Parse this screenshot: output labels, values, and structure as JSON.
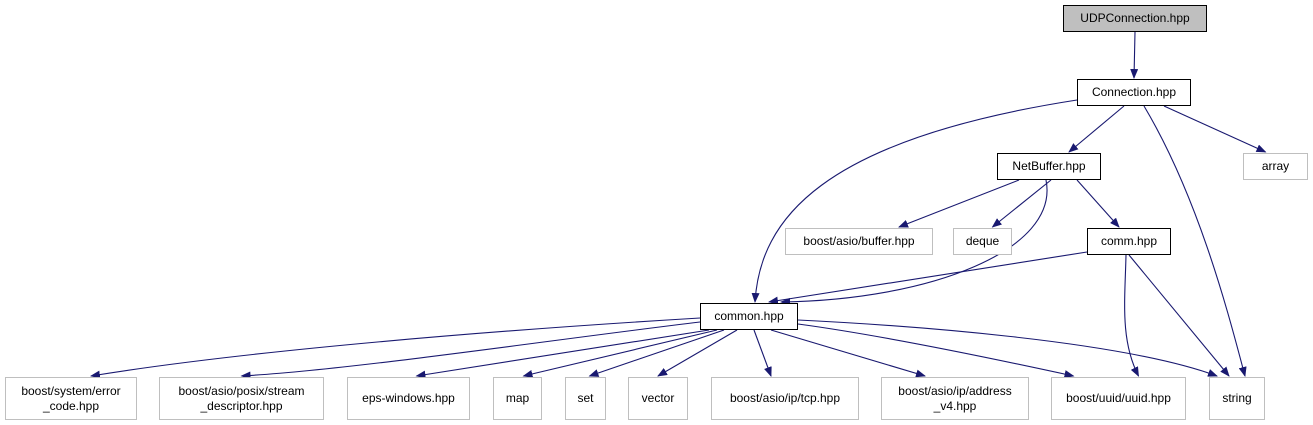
{
  "diagram": {
    "colors": {
      "edge": "#191970",
      "documented_border": "#000000",
      "external_border": "#bfbfbf",
      "root_fill": "#bfbfbf",
      "text": "#000000"
    },
    "nodes": [
      {
        "id": "udpconnection",
        "label": "UDPConnection.hpp",
        "kind": "root"
      },
      {
        "id": "connection",
        "label": "Connection.hpp",
        "kind": "documented"
      },
      {
        "id": "netbuffer",
        "label": "NetBuffer.hpp",
        "kind": "documented"
      },
      {
        "id": "array",
        "label": "array",
        "kind": "external"
      },
      {
        "id": "boost-asio-buffer",
        "label": "boost/asio/buffer.hpp",
        "kind": "external"
      },
      {
        "id": "deque",
        "label": "deque",
        "kind": "external"
      },
      {
        "id": "comm",
        "label": "comm.hpp",
        "kind": "documented"
      },
      {
        "id": "common",
        "label": "common.hpp",
        "kind": "documented"
      },
      {
        "id": "boost-system-error-code",
        "label": "boost/system/error\n_code.hpp",
        "kind": "external"
      },
      {
        "id": "boost-asio-posix-stream-descriptor",
        "label": "boost/asio/posix/stream\n_descriptor.hpp",
        "kind": "external"
      },
      {
        "id": "eps-windows",
        "label": "eps-windows.hpp",
        "kind": "external"
      },
      {
        "id": "map",
        "label": "map",
        "kind": "external"
      },
      {
        "id": "set",
        "label": "set",
        "kind": "external"
      },
      {
        "id": "vector",
        "label": "vector",
        "kind": "external"
      },
      {
        "id": "boost-asio-ip-tcp",
        "label": "boost/asio/ip/tcp.hpp",
        "kind": "external"
      },
      {
        "id": "boost-asio-ip-address-v4",
        "label": "boost/asio/ip/address\n_v4.hpp",
        "kind": "external"
      },
      {
        "id": "boost-uuid-uuid",
        "label": "boost/uuid/uuid.hpp",
        "kind": "external"
      },
      {
        "id": "string",
        "label": "string",
        "kind": "external"
      }
    ],
    "edges": [
      {
        "from": "udpconnection",
        "to": "connection"
      },
      {
        "from": "connection",
        "to": "netbuffer"
      },
      {
        "from": "connection",
        "to": "array"
      },
      {
        "from": "connection",
        "to": "common"
      },
      {
        "from": "connection",
        "to": "string"
      },
      {
        "from": "netbuffer",
        "to": "boost-asio-buffer"
      },
      {
        "from": "netbuffer",
        "to": "deque"
      },
      {
        "from": "netbuffer",
        "to": "comm"
      },
      {
        "from": "netbuffer",
        "to": "common"
      },
      {
        "from": "comm",
        "to": "common"
      },
      {
        "from": "comm",
        "to": "boost-uuid-uuid"
      },
      {
        "from": "comm",
        "to": "string"
      },
      {
        "from": "common",
        "to": "boost-system-error-code"
      },
      {
        "from": "common",
        "to": "boost-asio-posix-stream-descriptor"
      },
      {
        "from": "common",
        "to": "eps-windows"
      },
      {
        "from": "common",
        "to": "map"
      },
      {
        "from": "common",
        "to": "set"
      },
      {
        "from": "common",
        "to": "vector"
      },
      {
        "from": "common",
        "to": "boost-asio-ip-tcp"
      },
      {
        "from": "common",
        "to": "boost-asio-ip-address-v4"
      },
      {
        "from": "common",
        "to": "boost-uuid-uuid"
      },
      {
        "from": "common",
        "to": "string"
      }
    ]
  }
}
